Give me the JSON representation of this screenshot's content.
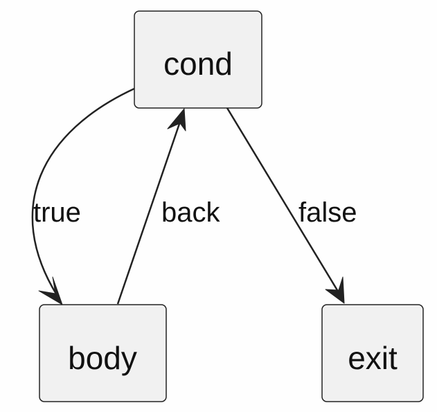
{
  "diagram": {
    "nodes": {
      "cond": {
        "label": "cond"
      },
      "body": {
        "label": "body"
      },
      "exit": {
        "label": "exit"
      }
    },
    "edges": {
      "true": {
        "from": "cond",
        "to": "body",
        "label": "true"
      },
      "back": {
        "from": "body",
        "to": "cond",
        "label": "back"
      },
      "false": {
        "from": "cond",
        "to": "exit",
        "label": "false"
      }
    }
  },
  "colors": {
    "node_fill": "#f1f1f1",
    "stroke": "#222222",
    "text": "#111111",
    "background": "#fefefe"
  }
}
